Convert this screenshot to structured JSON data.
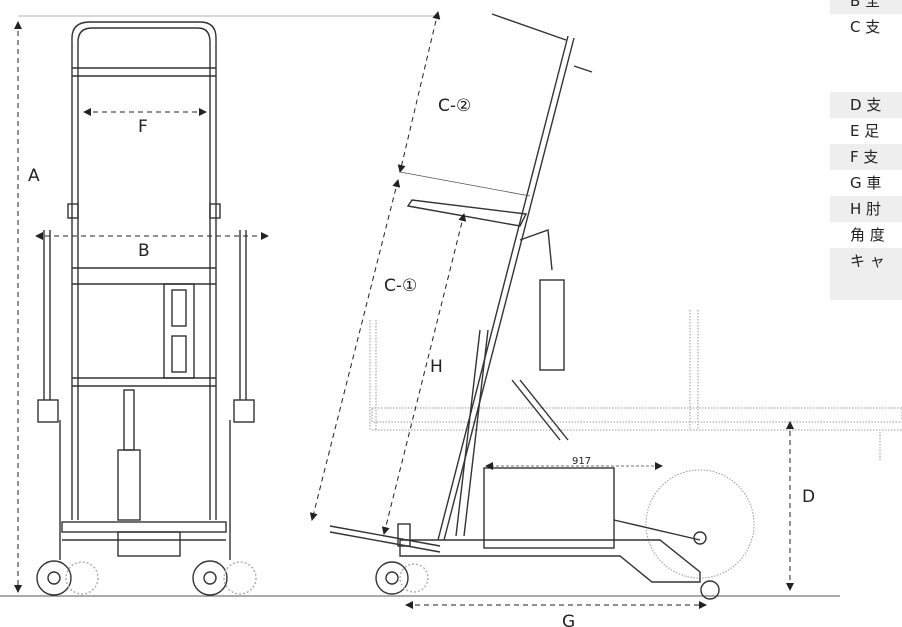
{
  "diagram": {
    "labels": {
      "A": "A",
      "B": "B",
      "F": "F",
      "C1": "C-①",
      "C2": "C-②",
      "H": "H",
      "D": "D",
      "G": "G",
      "dim917": "917"
    },
    "colors": {
      "line": "#333333",
      "ghost": "#9a9a9a",
      "panel_shade": "#eeeeee",
      "background": "#ffffff"
    }
  },
  "spec_panel": {
    "rows": [
      {
        "text": "B 全",
        "shaded": true
      },
      {
        "text": "C 支",
        "shaded": false
      },
      {
        "text": "",
        "shaded": false
      },
      {
        "text": "",
        "shaded": false
      },
      {
        "text": "D 支",
        "shaded": true
      },
      {
        "text": "E 足",
        "shaded": false
      },
      {
        "text": "F 支",
        "shaded": true
      },
      {
        "text": "G 車",
        "shaded": false
      },
      {
        "text": "H 肘",
        "shaded": true
      },
      {
        "text": "角 度",
        "shaded": false
      },
      {
        "text": "キ ャ",
        "shaded": true
      },
      {
        "text": "",
        "shaded": true
      },
      {
        "text": "",
        "shaded": true
      }
    ]
  }
}
